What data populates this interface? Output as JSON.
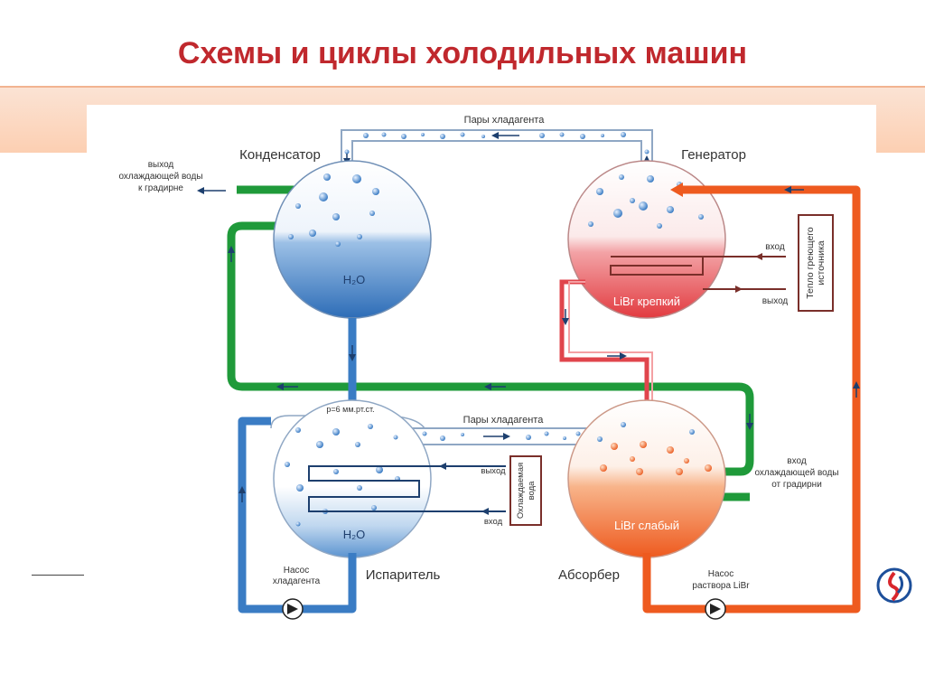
{
  "slide": {
    "title": "Схемы и циклы холодильных машин"
  },
  "diagram": {
    "condenser_label": "Конденсатор",
    "generator_label": "Генератор",
    "evaporator_label": "Испаритель",
    "absorber_label": "Абсорбер",
    "vapor_top": "Пары хладагента",
    "vapor_middle": "Пары хладагента",
    "pressure": "р=6 мм.рт.ст.",
    "condenser_water": "H₂O",
    "evaporator_water": "H₂O",
    "generator_solution": "LiBr крепкий",
    "absorber_solution": "LiBr слабый",
    "cooling_out": [
      "выход",
      "охлаждающей воды",
      "к градирне"
    ],
    "cooling_in": [
      "вход",
      "охлаждающей воды",
      "от градирни"
    ],
    "heat_source": [
      "Тепло греющего",
      "источника"
    ],
    "heat_in": "вход",
    "heat_out": "выход",
    "chilled_water": [
      "Охлаждаемая",
      "вода"
    ],
    "chilled_out": "выход",
    "chilled_in": "вход",
    "refrigerant_pump": [
      "Насос",
      "хладагента"
    ],
    "solution_pump": [
      "Насос",
      "раствора LiBr"
    ]
  },
  "colors": {
    "title": "#c0282d",
    "green_pipe": "#1f9a3a",
    "blue_pipe": "#3a7cc4",
    "orange_pipe": "#ee5a1f",
    "red_pipe": "#e0454c",
    "arrow": "#1d3f6e"
  }
}
